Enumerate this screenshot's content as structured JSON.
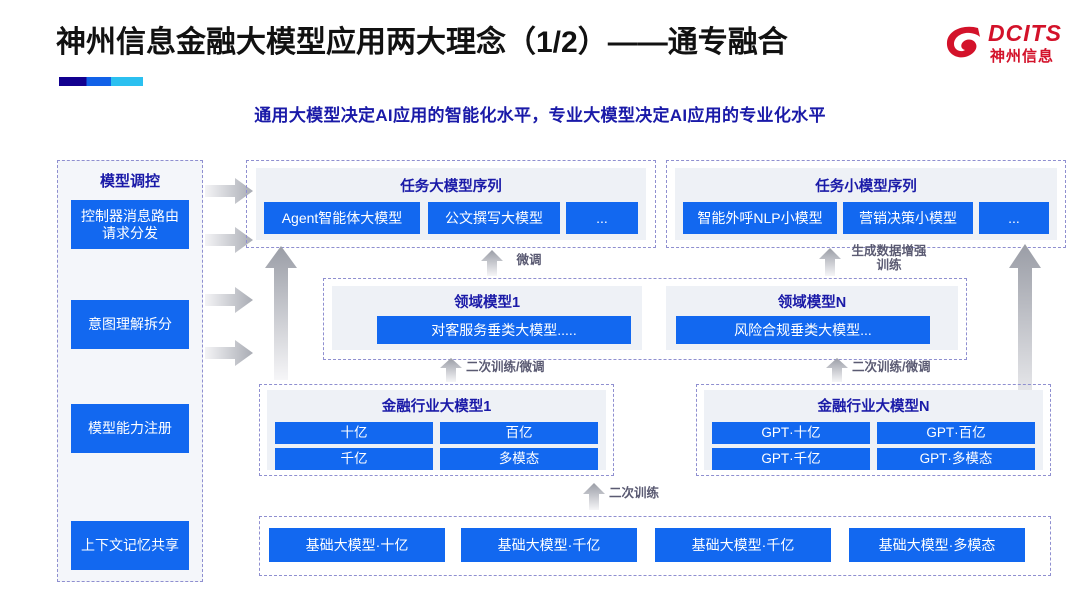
{
  "header": {
    "title": "神州信息金融大模型应用两大理念（1/2）——通专融合",
    "subtitle": "通用大模型决定AI应用的智能化水平，专业大模型决定AI应用的专业化水平",
    "accent_colors": [
      "#12008f",
      "#1161e8",
      "#2bc0f0"
    ]
  },
  "logo": {
    "mark_icon": "dcits-swirl-icon",
    "english": "DCITS",
    "chinese": "神州信息",
    "color": "#d3122a"
  },
  "colors": {
    "primary_blue": "#1268f0",
    "title_blue": "#1a1aa8",
    "panel_gray": "#eef1f6",
    "arrow_gray": "#b9bcc4"
  },
  "left_column": {
    "title": "模型调控",
    "items": [
      {
        "label": "控制器消息路由请求分发"
      },
      {
        "label": "意图理解拆分"
      },
      {
        "label": "模型能力注册"
      },
      {
        "label": "上下文记忆共享"
      }
    ]
  },
  "task_big": {
    "title": "任务大模型序列",
    "items": [
      "Agent智能体大模型",
      "公文撰写大模型",
      "..."
    ]
  },
  "task_small": {
    "title": "任务小模型序列",
    "items": [
      "智能外呼NLP小模型",
      "营销决策小模型",
      "..."
    ]
  },
  "domain_models": [
    {
      "title": "领域模型1",
      "item": "对客服务垂类大模型....."
    },
    {
      "title": "领域模型N",
      "item": "风险合规垂类大模型..."
    }
  ],
  "industry_models": [
    {
      "title": "金融行业大模型1",
      "items": [
        "十亿",
        "百亿",
        "千亿",
        "多模态"
      ]
    },
    {
      "title": "金融行业大模型N",
      "items": [
        "GPT·十亿",
        "GPT·百亿",
        "GPT·千亿",
        "GPT·多模态"
      ]
    }
  ],
  "base_models": {
    "items": [
      "基础大模型·十亿",
      "基础大模型·千亿",
      "基础大模型·千亿",
      "基础大模型·多模态"
    ]
  },
  "arrow_labels": {
    "fine_tune": "微调",
    "data_aug": "生成数据增强训练",
    "retrain_tune_left": "二次训练/微调",
    "retrain_tune_right": "二次训练/微调",
    "retrain": "二次训练"
  }
}
